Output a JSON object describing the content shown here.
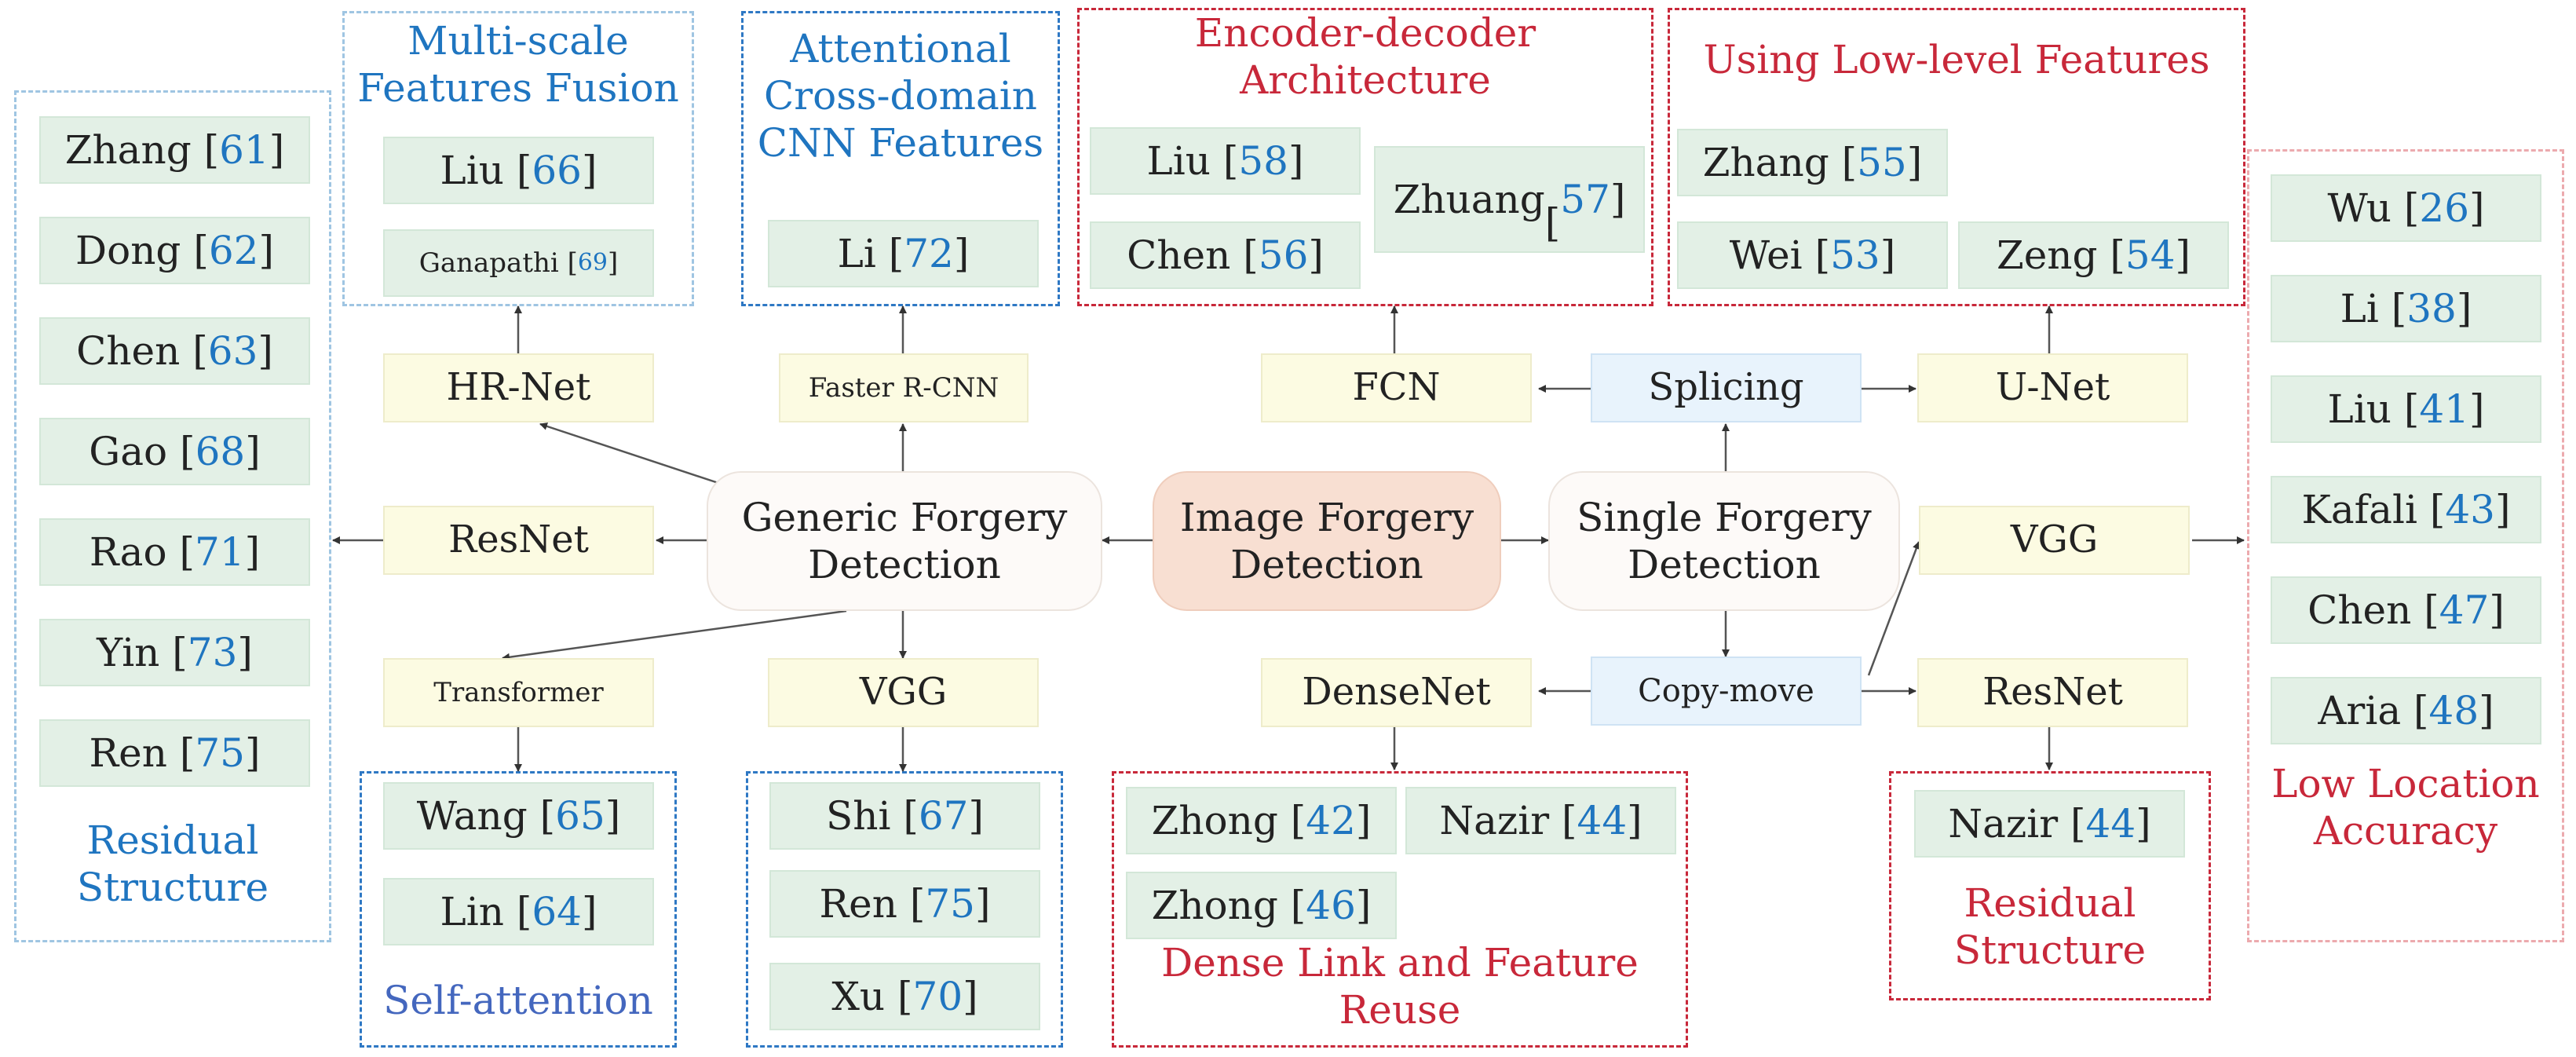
{
  "center": {
    "title": "Image Forgery Detection"
  },
  "generic": {
    "title": "Generic Forgery Detection",
    "nets": {
      "hrnet": "HR-Net",
      "faster_rcnn": "Faster R-CNN",
      "resnet": "ResNet",
      "transformer": "Transformer",
      "vgg": "VGG"
    },
    "groups": {
      "multiscale": {
        "title": "Multi-scale Features Fusion",
        "refs": [
          {
            "author": "Liu",
            "num": "66"
          },
          {
            "author": "Ganapathi",
            "num": "69"
          }
        ]
      },
      "attentional": {
        "title": "Attentional Cross-domain CNN Features",
        "refs": [
          {
            "author": "Li",
            "num": "72"
          }
        ]
      },
      "residual": {
        "title": "Residual Structure",
        "refs": [
          {
            "author": "Zhang",
            "num": "61"
          },
          {
            "author": "Dong",
            "num": "62"
          },
          {
            "author": "Chen",
            "num": "63"
          },
          {
            "author": "Gao",
            "num": "68"
          },
          {
            "author": "Rao",
            "num": "71"
          },
          {
            "author": "Yin",
            "num": "73"
          },
          {
            "author": "Ren",
            "num": "75"
          }
        ]
      },
      "selfattention": {
        "title": "Self-attention",
        "refs": [
          {
            "author": "Wang",
            "num": "65"
          },
          {
            "author": "Lin",
            "num": "64"
          }
        ]
      },
      "vgg": {
        "refs": [
          {
            "author": "Shi",
            "num": "67"
          },
          {
            "author": "Ren",
            "num": "75"
          },
          {
            "author": "Xu",
            "num": "70"
          }
        ]
      }
    }
  },
  "single": {
    "title": "Single Forgery Detection",
    "splicing": {
      "title": "Splicing",
      "nets": {
        "fcn": "FCN",
        "unet": "U-Net"
      },
      "groups": {
        "encoder": {
          "title": "Encoder-decoder Architecture",
          "refs": [
            {
              "author": "Liu",
              "num": "58"
            },
            {
              "author": "Zhuang",
              "num": "57"
            },
            {
              "author": "Chen",
              "num": "56"
            }
          ]
        },
        "lowlevel": {
          "title": "Using Low-level Features",
          "refs": [
            {
              "author": "Zhang",
              "num": "55"
            },
            {
              "author": "Wei",
              "num": "53"
            },
            {
              "author": "Zeng",
              "num": "54"
            }
          ]
        }
      }
    },
    "copymove": {
      "title": "Copy-move",
      "nets": {
        "densenet": "DenseNet",
        "resnet": "ResNet",
        "vgg": "VGG"
      },
      "groups": {
        "dense": {
          "title": "Dense Link and Feature Reuse",
          "refs": [
            {
              "author": "Zhong",
              "num": "42"
            },
            {
              "author": "Nazir",
              "num": "44"
            },
            {
              "author": "Zhong",
              "num": "46"
            }
          ]
        },
        "residual": {
          "title": "Residual Structure",
          "refs": [
            {
              "author": "Nazir",
              "num": "44"
            }
          ]
        },
        "lowlocation": {
          "title": "Low Location Accuracy",
          "refs": [
            {
              "author": "Wu",
              "num": "26"
            },
            {
              "author": "Li",
              "num": "38"
            },
            {
              "author": "Liu",
              "num": "41"
            },
            {
              "author": "Kafali",
              "num": "43"
            },
            {
              "author": "Chen",
              "num": "47"
            },
            {
              "author": "Aria",
              "num": "48"
            }
          ]
        }
      }
    }
  },
  "colors": {
    "group_border_light_blue": "#9fc5e2",
    "group_border_blue": "#2e78c4",
    "group_border_red": "#c8283a",
    "group_border_pink": "#ecaaae",
    "ref_fill": "#e3f0e6",
    "net_fill": "#fcfbe2",
    "type_fill": "#e8f3fc",
    "center_fill": "#f8dfd2",
    "citation_number": "#1f75c0"
  }
}
